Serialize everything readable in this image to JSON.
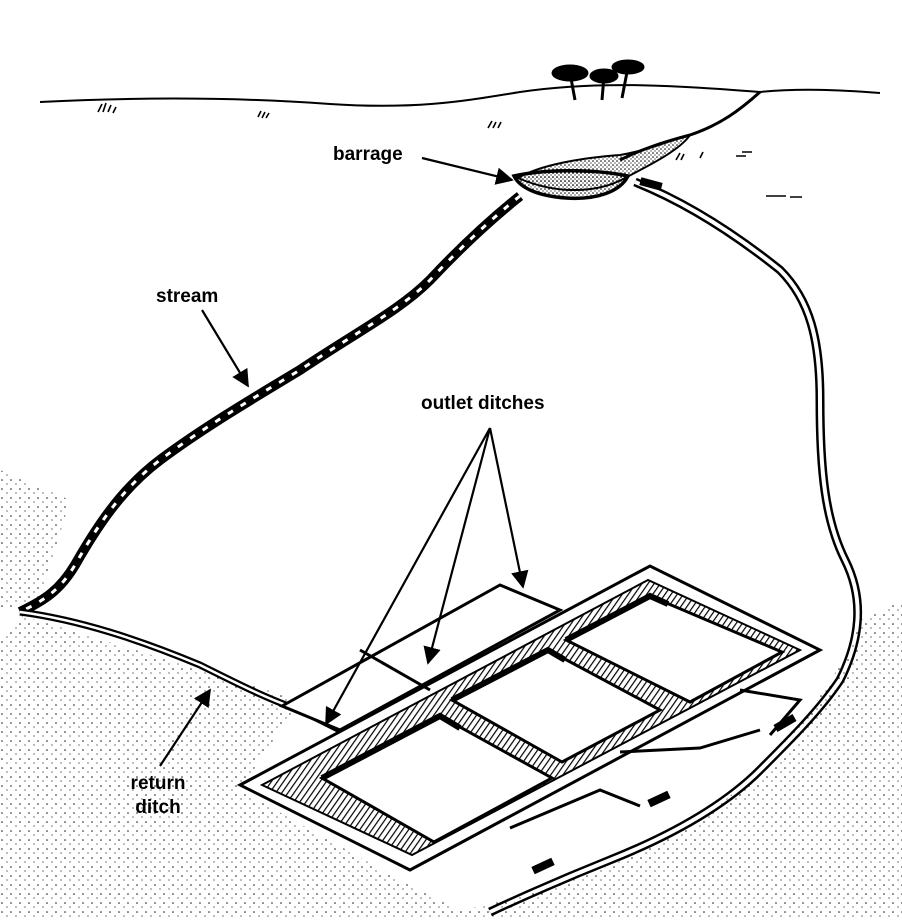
{
  "labels": {
    "barrage": "barrage",
    "stream": "stream",
    "outlet_ditches": "outlet ditches",
    "return_ditch_line1": "return",
    "return_ditch_line2": "ditch"
  },
  "colors": {
    "ink": "#000000",
    "paper": "#ffffff",
    "stipple": "#000000"
  },
  "icons": {
    "trees": "tree-cluster-icon",
    "grass": "grass-tuft-icon",
    "sluice_gate": "sluice-gate-icon"
  }
}
